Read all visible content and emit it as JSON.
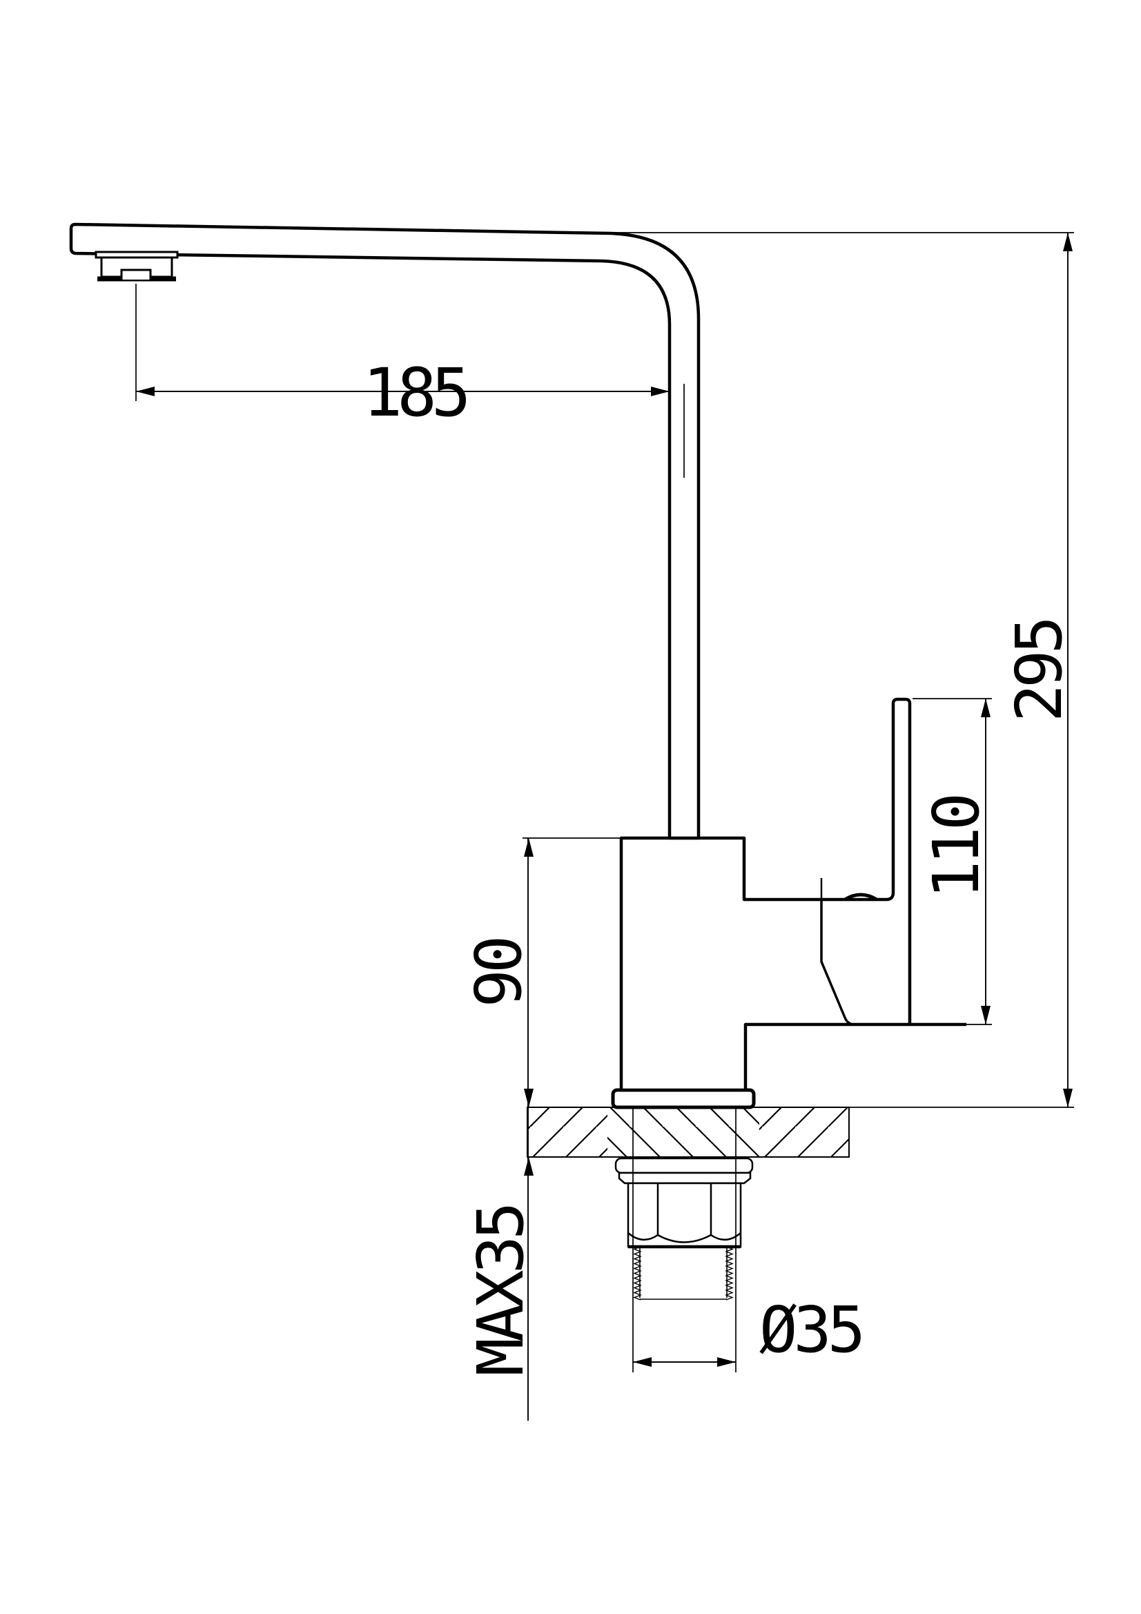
{
  "drawing": {
    "kind": "faucet-installation-technical-drawing",
    "view": "side elevation, single-lever kitchen mixer tap",
    "background": "#ffffff",
    "line_color": "#000000",
    "labels": {
      "spout_reach": "185",
      "overall_height": "295",
      "handle_height": "110",
      "body_height": "90",
      "deck_thickness": "MAX35",
      "hole_diameter": "Ø35"
    }
  }
}
